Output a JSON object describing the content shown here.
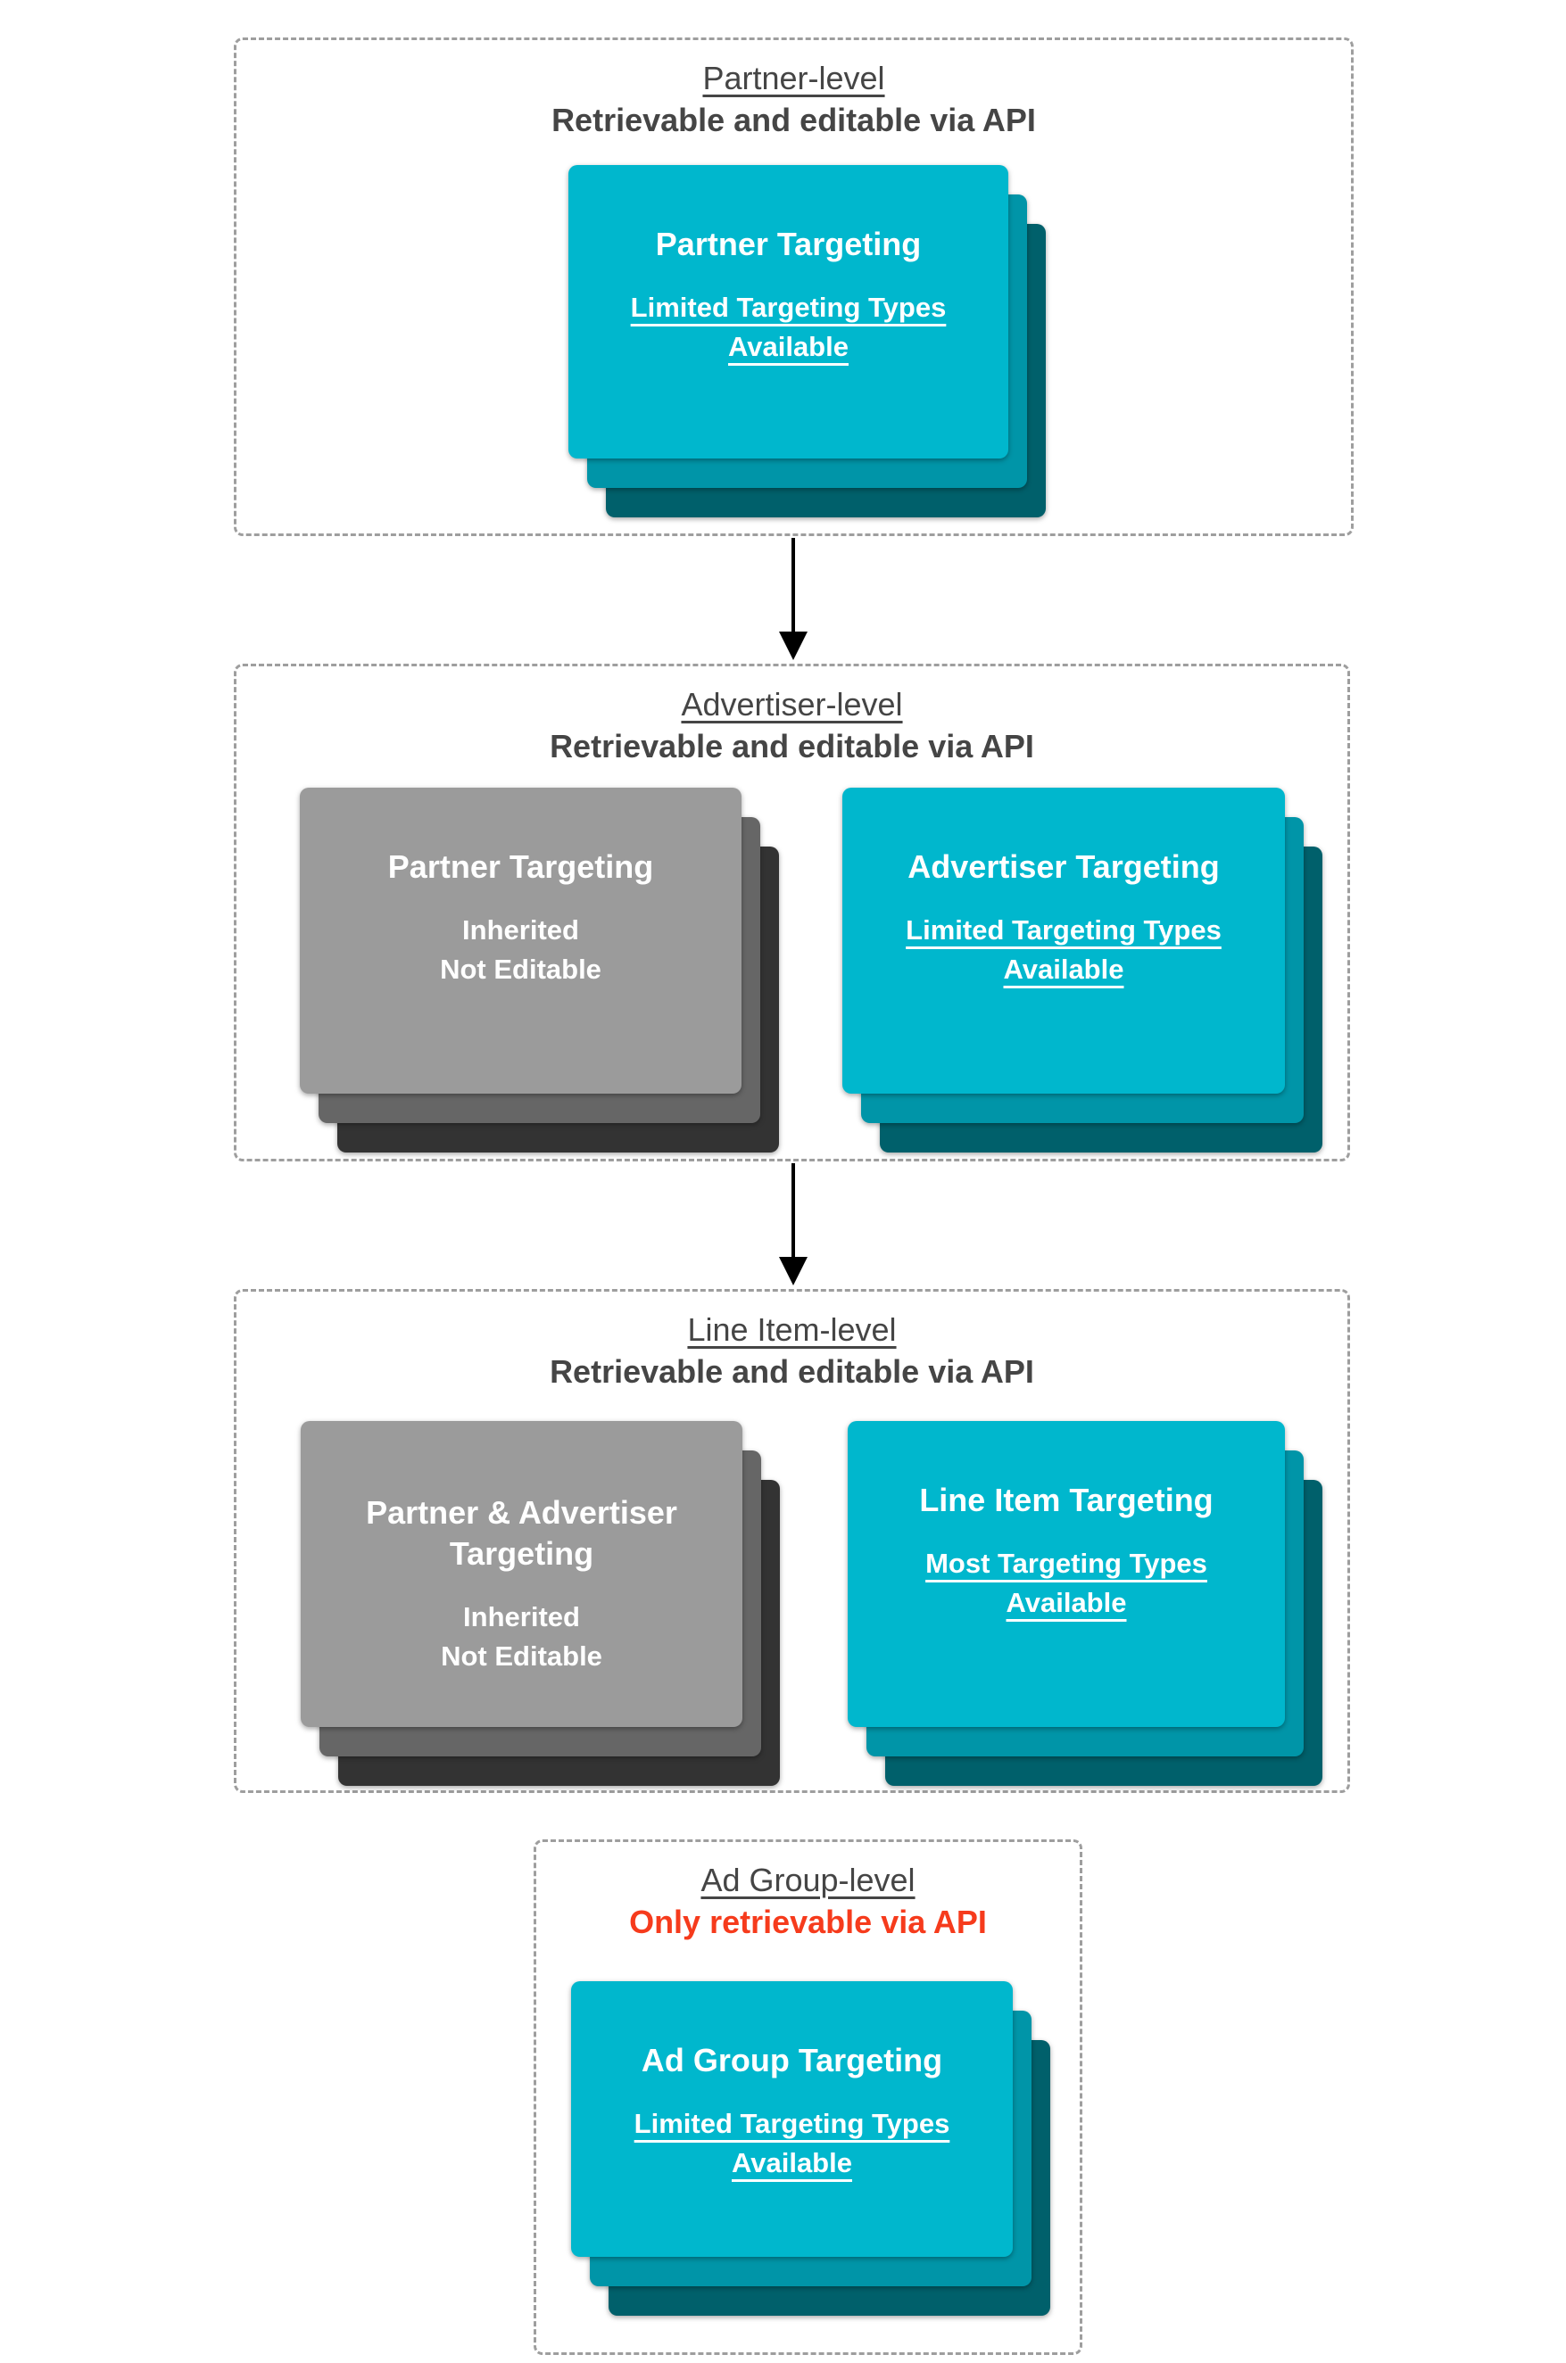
{
  "colors": {
    "teal_card_front": "#00b7cd",
    "teal_card_middle": "#0095a8",
    "teal_card_back": "#00606b",
    "gray_card_front": "#9b9b9b",
    "gray_card_middle": "#666666",
    "gray_card_back": "#333333",
    "section_title_text": "#454545",
    "alert_red": "#f63b1c",
    "dashed_border": "#9e9e9e",
    "arrow": "#000000",
    "card_text": "#ffffff"
  },
  "sections": [
    {
      "title": "Partner-level",
      "subtitle": "Retrievable and editable via API",
      "cards": [
        {
          "heading": "Partner Targeting",
          "body": "Limited Targeting Types\nAvailable",
          "style": "teal"
        }
      ]
    },
    {
      "title": "Advertiser-level",
      "subtitle": "Retrievable and editable via API",
      "cards": [
        {
          "heading": "Partner Targeting",
          "body": "Inherited\nNot Editable",
          "style": "gray"
        },
        {
          "heading": "Advertiser Targeting",
          "body": "Limited Targeting Types\nAvailable",
          "style": "teal"
        }
      ]
    },
    {
      "title": "Line Item-level",
      "subtitle": "Retrievable and editable via API",
      "cards": [
        {
          "heading": "Partner & Advertiser\nTargeting",
          "body": "Inherited\nNot Editable",
          "style": "gray"
        },
        {
          "heading": "Line Item Targeting",
          "body": "Most Targeting Types\nAvailable",
          "style": "teal"
        }
      ]
    },
    {
      "title": "Ad Group-level",
      "subtitle": "Only retrievable via API",
      "cards": [
        {
          "heading": "Ad Group Targeting",
          "body": "Limited Targeting Types\nAvailable",
          "style": "teal"
        }
      ]
    }
  ]
}
